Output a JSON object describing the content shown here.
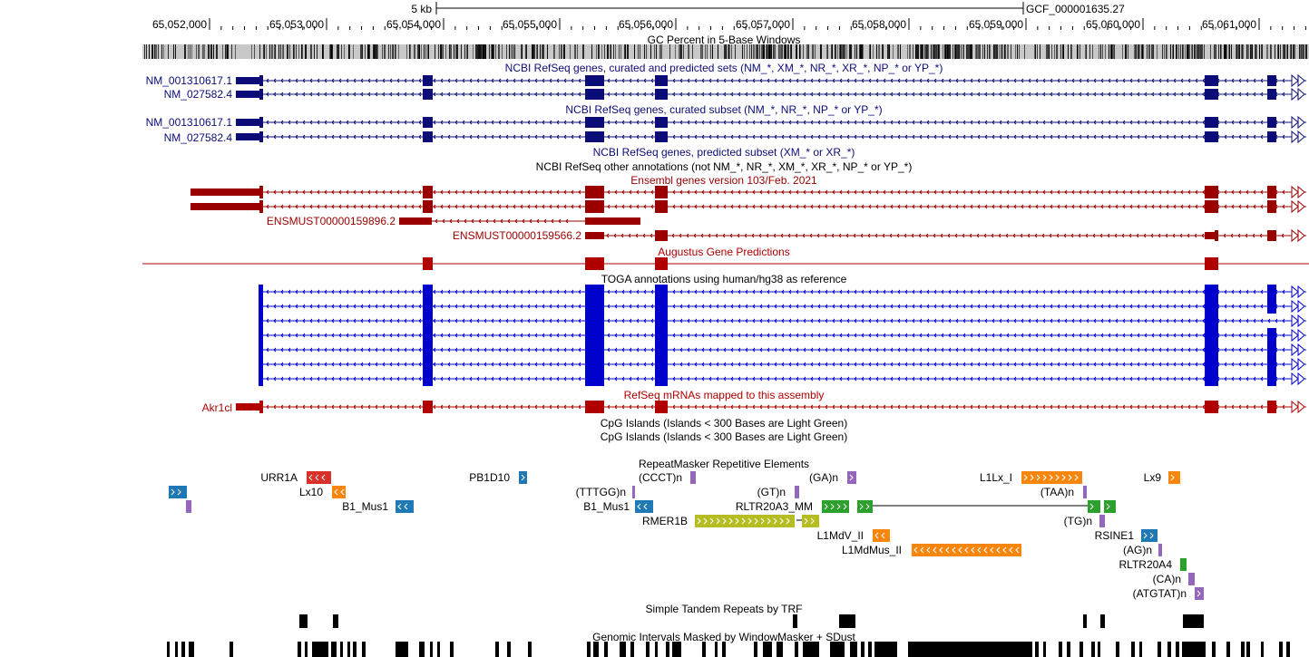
{
  "ruler": {
    "scale_label": "5 kb",
    "assembly": "GCF_000001635.27",
    "ticks": [
      "65,052,000",
      "65,053,000",
      "65,054,000",
      "65,055,000",
      "65,056,000",
      "65,057,000",
      "65,058,000",
      "65,059,000",
      "65,060,000",
      "65,061,000"
    ]
  },
  "tracks": {
    "gc": "GC Percent in 5-Base Windows",
    "refseq_all": "NCBI RefSeq genes, curated and predicted sets (NM_*, XM_*, NR_*, XR_*, NP_* or YP_*)",
    "refseq_curated": "NCBI RefSeq genes, curated subset (NM_*, NR_*, NP_* or YP_*)",
    "refseq_predicted": "NCBI RefSeq genes, predicted subset (XM_* or XR_*)",
    "refseq_other": "NCBI RefSeq other annotations (not NM_*, NR_*, XM_*, XR_*, NP_* or YP_*)",
    "ensembl": "Ensembl genes version 103/Feb. 2021",
    "augustus": "Augustus Gene Predictions",
    "toga": "TOGA annotations using human/hg38 as reference",
    "refseq_mrna": "RefSeq mRNAs mapped to this assembly",
    "cpg1": "CpG Islands (Islands < 300 Bases are Light Green)",
    "cpg2": "CpG Islands (Islands < 300 Bases are Light Green)",
    "rmsk": "RepeatMasker Repetitive Elements",
    "trf": "Simple Tandem Repeats by TRF",
    "windowmasker": "Genomic Intervals Masked by WindowMasker + SDust"
  },
  "labels": {
    "nm1": "NM_001310617.1",
    "nm2": "NM_027582.4",
    "nm3": "NM_001310617.1",
    "nm4": "NM_027582.4",
    "ens1": "ENSMUST00000159896.2",
    "ens2": "ENSMUST00000159566.2",
    "akr": "Akr1cl"
  },
  "repeats": {
    "urr1a": "URR1A",
    "lx10": "Lx10",
    "b1mus1a": "B1_Mus1",
    "pb1d10": "PB1D10",
    "ccct": "(CCCT)n",
    "tttgg": "(TTTGG)n",
    "b1mus1b": "B1_Mus1",
    "rmer1b": "RMER1B",
    "ga": "(GA)n",
    "gt": "(GT)n",
    "rltr20a3": "RLTR20A3_MM",
    "l1mdv": "L1MdV_II",
    "l1mdmus": "L1MdMus_II",
    "l1lx": "L1Lx_I",
    "taa": "(TAA)n",
    "tg": "(TG)n",
    "rsine1": "RSINE1",
    "ag": "(AG)n",
    "rltr20a4": "RLTR20A4",
    "ca": "(CA)n",
    "atgtat": "(ATGTAT)n",
    "lx9": "Lx9"
  },
  "colors": {
    "refseq": "#0c0c78",
    "ensembl": "#9b0000",
    "augustus": "#b00000",
    "toga": "#0000cc",
    "orange": "#f7860f",
    "red": "#d9302a",
    "blue": "#1f78b4",
    "purple": "#9467bd",
    "olive": "#b5bd23",
    "green": "#2ca02c"
  }
}
